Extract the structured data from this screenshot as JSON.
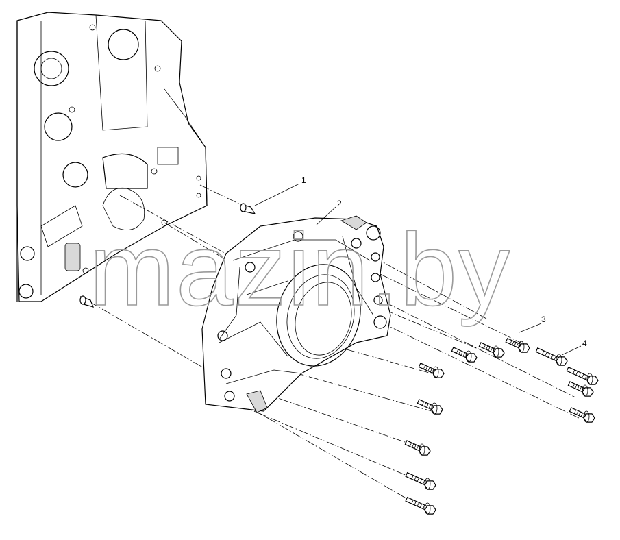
{
  "callouts": [
    {
      "id": "1",
      "label": "1"
    },
    {
      "id": "2",
      "label": "2"
    },
    {
      "id": "3",
      "label": "3"
    },
    {
      "id": "4",
      "label": "4"
    }
  ],
  "watermark": "mazin.by"
}
